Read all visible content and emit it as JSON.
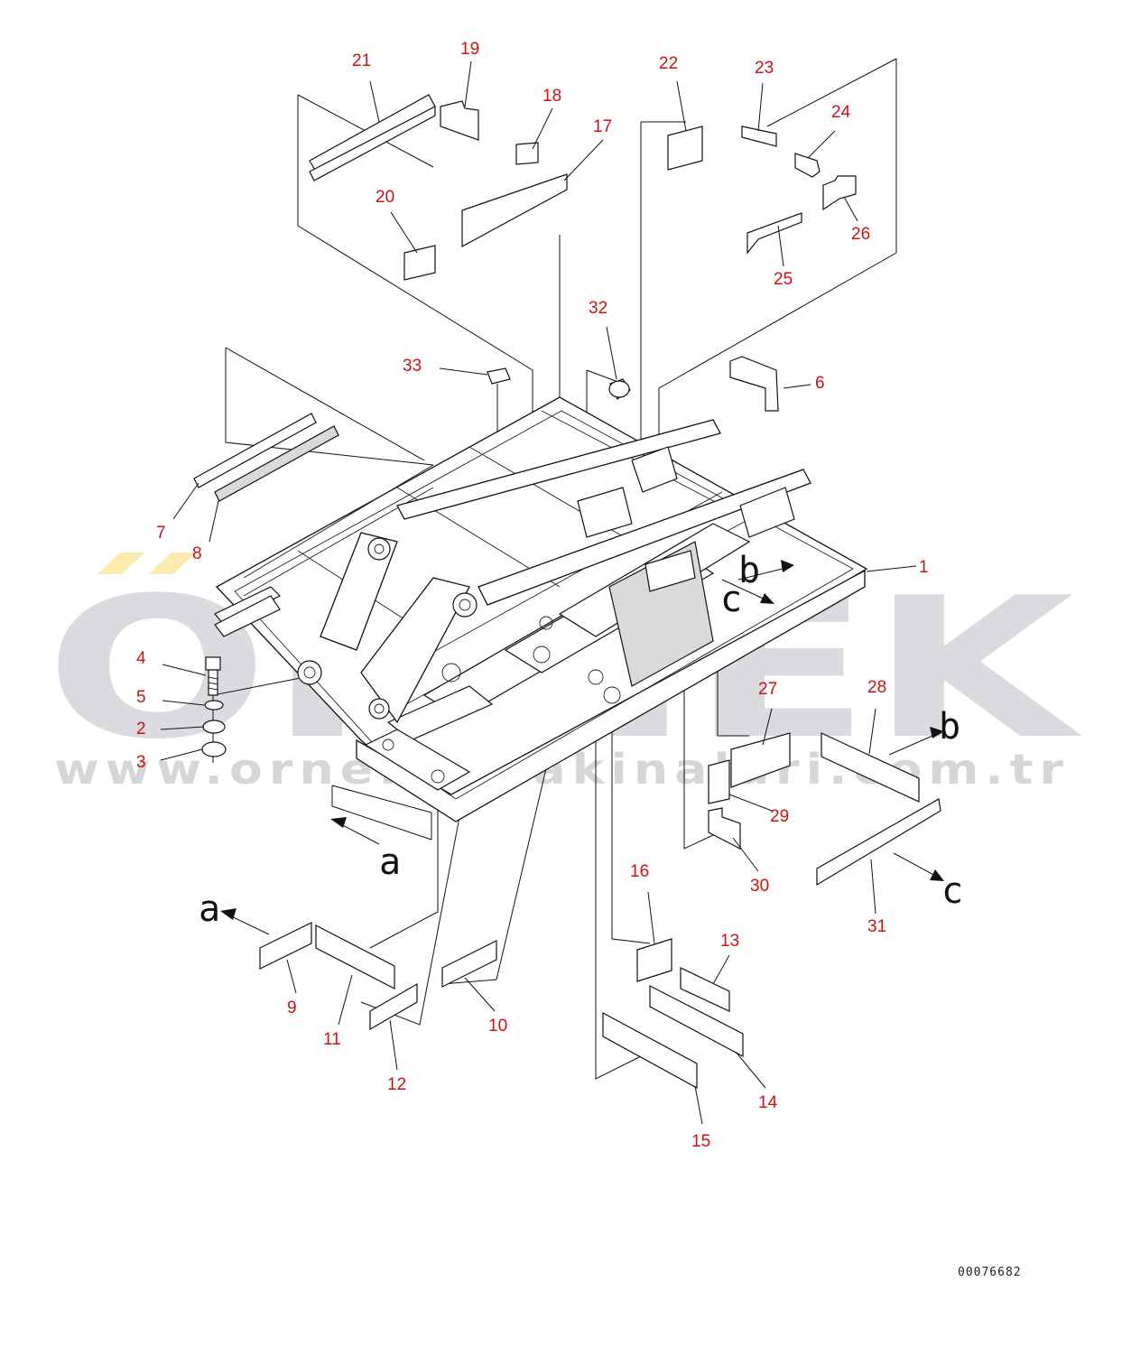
{
  "diagram": {
    "drawing_code": "00076682",
    "watermark": {
      "brand": "ORNEK",
      "url": "www.ornekismakinalari.com.tr",
      "brand_color": "#d3d3d8",
      "accent_color": "#f5c518"
    },
    "callout_color": "#cc1111",
    "callouts": {
      "c1": "1",
      "c2": "2",
      "c3": "3",
      "c4": "4",
      "c5": "5",
      "c6": "6",
      "c7": "7",
      "c8": "8",
      "c9": "9",
      "c10": "10",
      "c11": "11",
      "c12": "12",
      "c13": "13",
      "c14": "14",
      "c15": "15",
      "c16": "16",
      "c17": "17",
      "c18": "18",
      "c19": "19",
      "c20": "20",
      "c21": "21",
      "c22": "22",
      "c23": "23",
      "c24": "24",
      "c25": "25",
      "c26": "26",
      "c27": "27",
      "c28": "28",
      "c29": "29",
      "c30": "30",
      "c31": "31",
      "c32": "32",
      "c33": "33"
    },
    "view_markers": {
      "a1": "a",
      "a2": "a",
      "b1": "b",
      "b2": "b",
      "c1": "c",
      "c2": "c"
    }
  }
}
